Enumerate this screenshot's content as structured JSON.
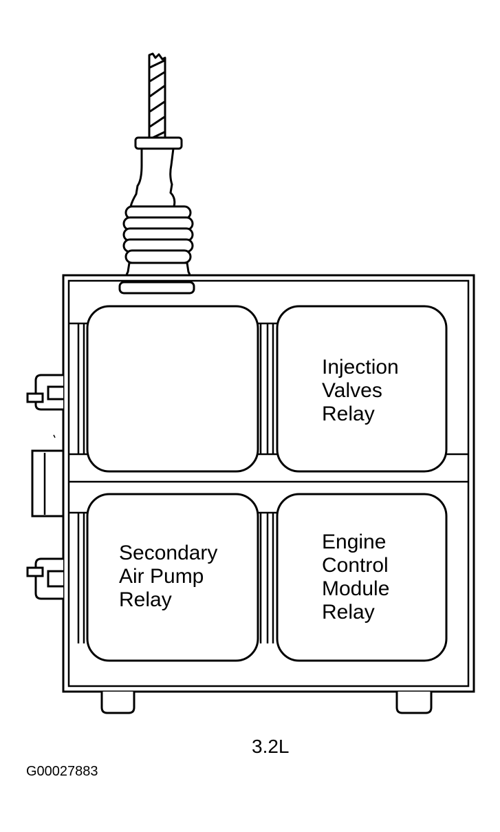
{
  "diagram": {
    "engine_label": "3.2L",
    "figure_id": "G00027883",
    "relays": [
      {
        "position": "top-left",
        "lines": []
      },
      {
        "position": "top-right",
        "lines": [
          "Injection",
          "Valves",
          "Relay"
        ]
      },
      {
        "position": "bottom-left",
        "lines": [
          "Secondary",
          "Air Pump",
          "Relay"
        ]
      },
      {
        "position": "bottom-right",
        "lines": [
          "Engine",
          "Control",
          "Module",
          "Relay"
        ]
      }
    ]
  }
}
